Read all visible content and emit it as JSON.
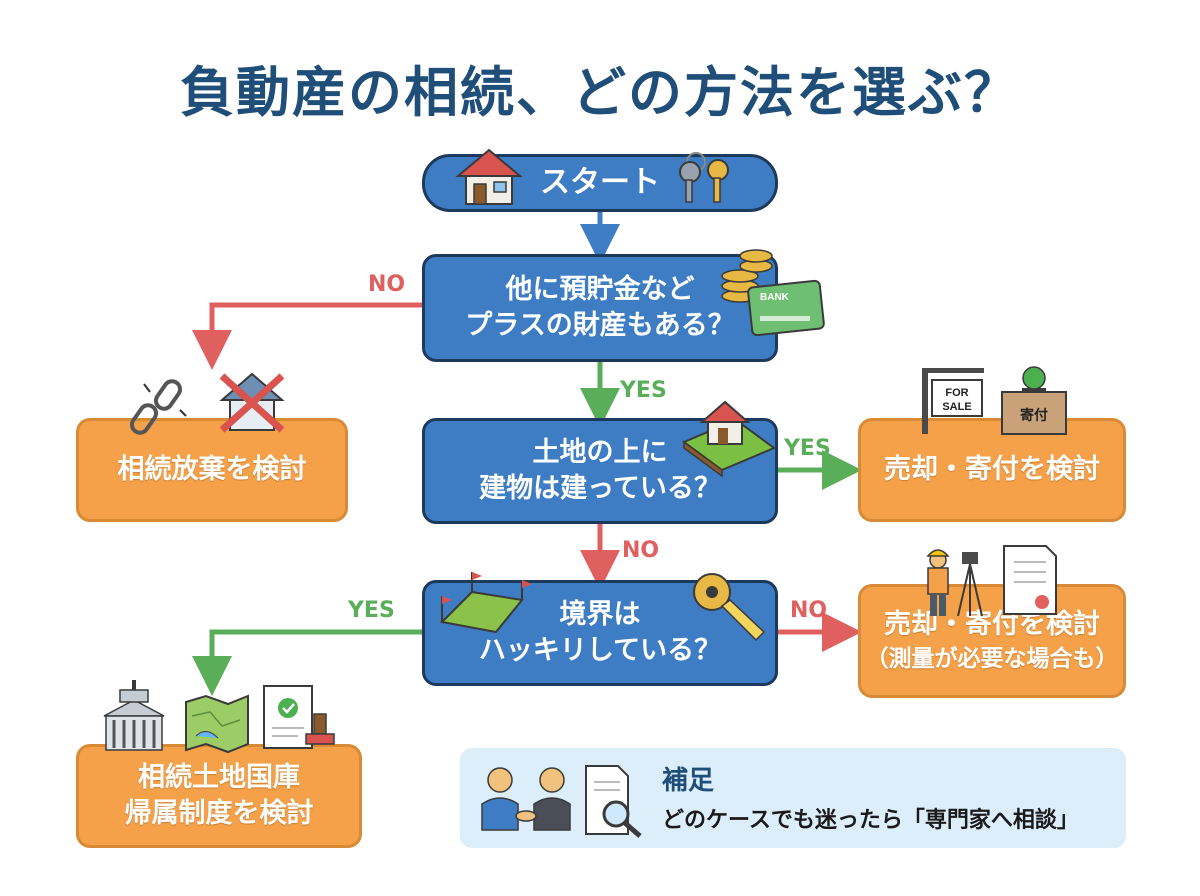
{
  "title": "負動産の相続、どの方法を選ぶ？",
  "nodes": {
    "start": "スタート",
    "q1": [
      "他に預貯金など",
      "プラスの財産もある？"
    ],
    "q2": [
      "土地の上に",
      "建物は建っている？"
    ],
    "q3": [
      "境界は",
      "ハッキリしている？"
    ],
    "renounce": "相続放棄を検討",
    "sell1": "売却・寄付を検討",
    "sell2": "売却・寄付を検討",
    "sell2_note": "（測量が必要な場合も）",
    "national": [
      "相続土地国庫",
      "帰属制度を検討"
    ]
  },
  "edges": {
    "q1_no": "NO",
    "q1_yes": "YES",
    "q2_yes": "YES",
    "q2_no": "NO",
    "q3_yes": "YES",
    "q3_no": "NO"
  },
  "icon_text": {
    "for_sale_1": "FOR",
    "for_sale_2": "SALE",
    "donation": "寄付",
    "bank_card": "BANK"
  },
  "note": {
    "label": "補足",
    "text": "どのケースでも迷ったら「専門家へ相談」"
  },
  "colors": {
    "blue": "#3e7dc4",
    "orange": "#f4a14a",
    "title": "#1f4e79",
    "yes": "#5aae5a",
    "no": "#e06060",
    "note_bg": "#dceefa"
  }
}
